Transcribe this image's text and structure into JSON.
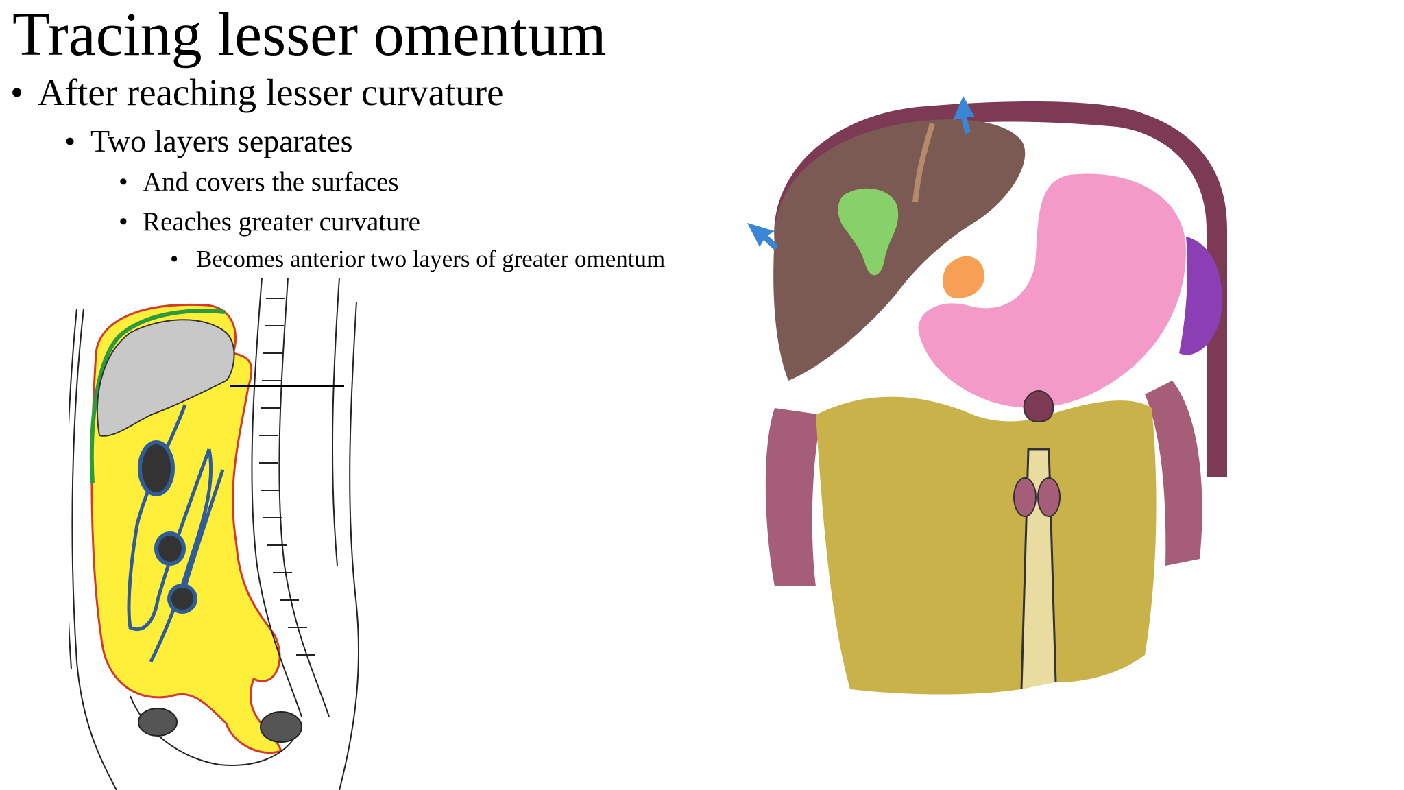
{
  "slide": {
    "title": "Tracing lesser omentum",
    "bullets": [
      "After reaching lesser curvature",
      "Two layers separates",
      "And covers the surfaces",
      "Reaches greater curvature",
      "Becomes anterior two layers of greater omentum"
    ],
    "bullet_glyph": "•"
  },
  "colors": {
    "peritoneum_yellow": "#ffef3a",
    "lesser_sac_blue": "#2f5d9a",
    "omentum_gold": "#c9b24a",
    "stomach_pink": "#f49ac8",
    "liver_brown": "#7a5a52",
    "spleen_purple": "#8c3fb5",
    "gallbladder_green": "#88d06a",
    "colon_mauve": "#a65d78",
    "diaphragm_maroon": "#7d3a55",
    "arrow_blue": "#3a86d6"
  }
}
